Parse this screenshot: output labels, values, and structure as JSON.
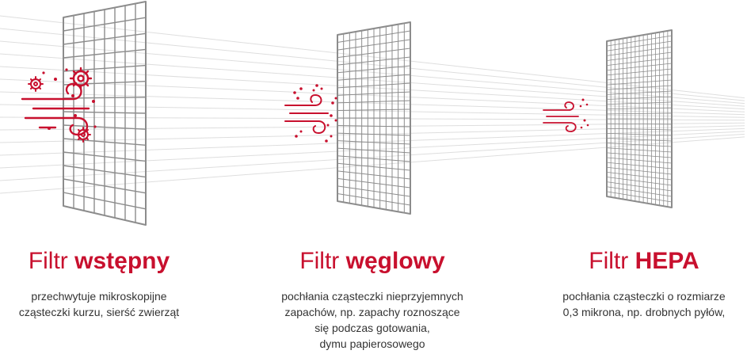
{
  "colors": {
    "accent": "#c8102e",
    "grid": "#8c8c8c",
    "text": "#333333"
  },
  "filters": [
    {
      "title_light": "Filtr ",
      "title_bold": "wstępny",
      "desc_lines": [
        "przechwytuje mikroskopijne",
        "cząsteczki kurzu, sierść zwierząt"
      ],
      "icon": "wind-with-particles-icon"
    },
    {
      "title_light": "Filtr ",
      "title_bold": "węglowy",
      "desc_lines": [
        "pochłania cząsteczki nieprzyjemnych",
        "zapachów, np. zapachy roznoszące",
        "się podczas gotowania,",
        "dymu papierosowego"
      ],
      "icon": "wind-with-particles-icon"
    },
    {
      "title_light": "Filtr ",
      "title_bold": "HEPA",
      "desc_lines": [
        "pochłania cząsteczki o rozmiarze",
        "0,3 mikrona, np. drobnych pyłów,"
      ],
      "icon": "wind-with-particles-icon"
    }
  ]
}
